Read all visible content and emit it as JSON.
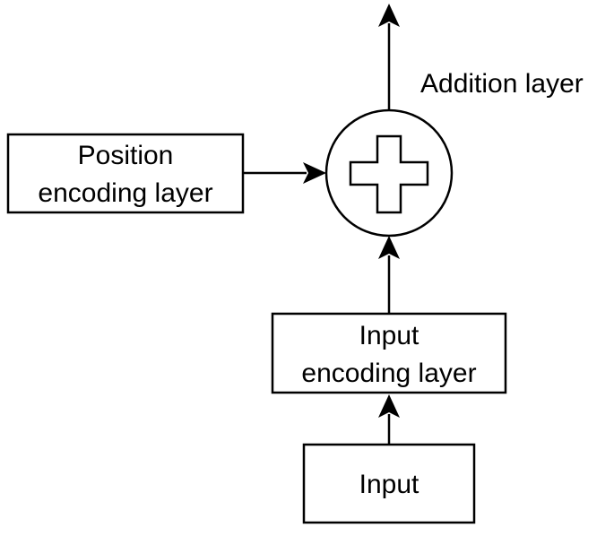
{
  "nodes": {
    "position_encoding": {
      "line1": "Position",
      "line2": "encoding layer"
    },
    "addition": {
      "label": "Addition layer",
      "icon": "plus-icon"
    },
    "input_encoding": {
      "line1": "Input",
      "line2": "encoding layer"
    },
    "input": {
      "label": "Input"
    }
  },
  "edges": [
    {
      "from": "input",
      "to": "input_encoding"
    },
    {
      "from": "input_encoding",
      "to": "addition"
    },
    {
      "from": "position_encoding",
      "to": "addition"
    },
    {
      "from": "addition",
      "to": "output"
    }
  ],
  "colors": {
    "stroke": "#000000",
    "background": "#ffffff"
  }
}
